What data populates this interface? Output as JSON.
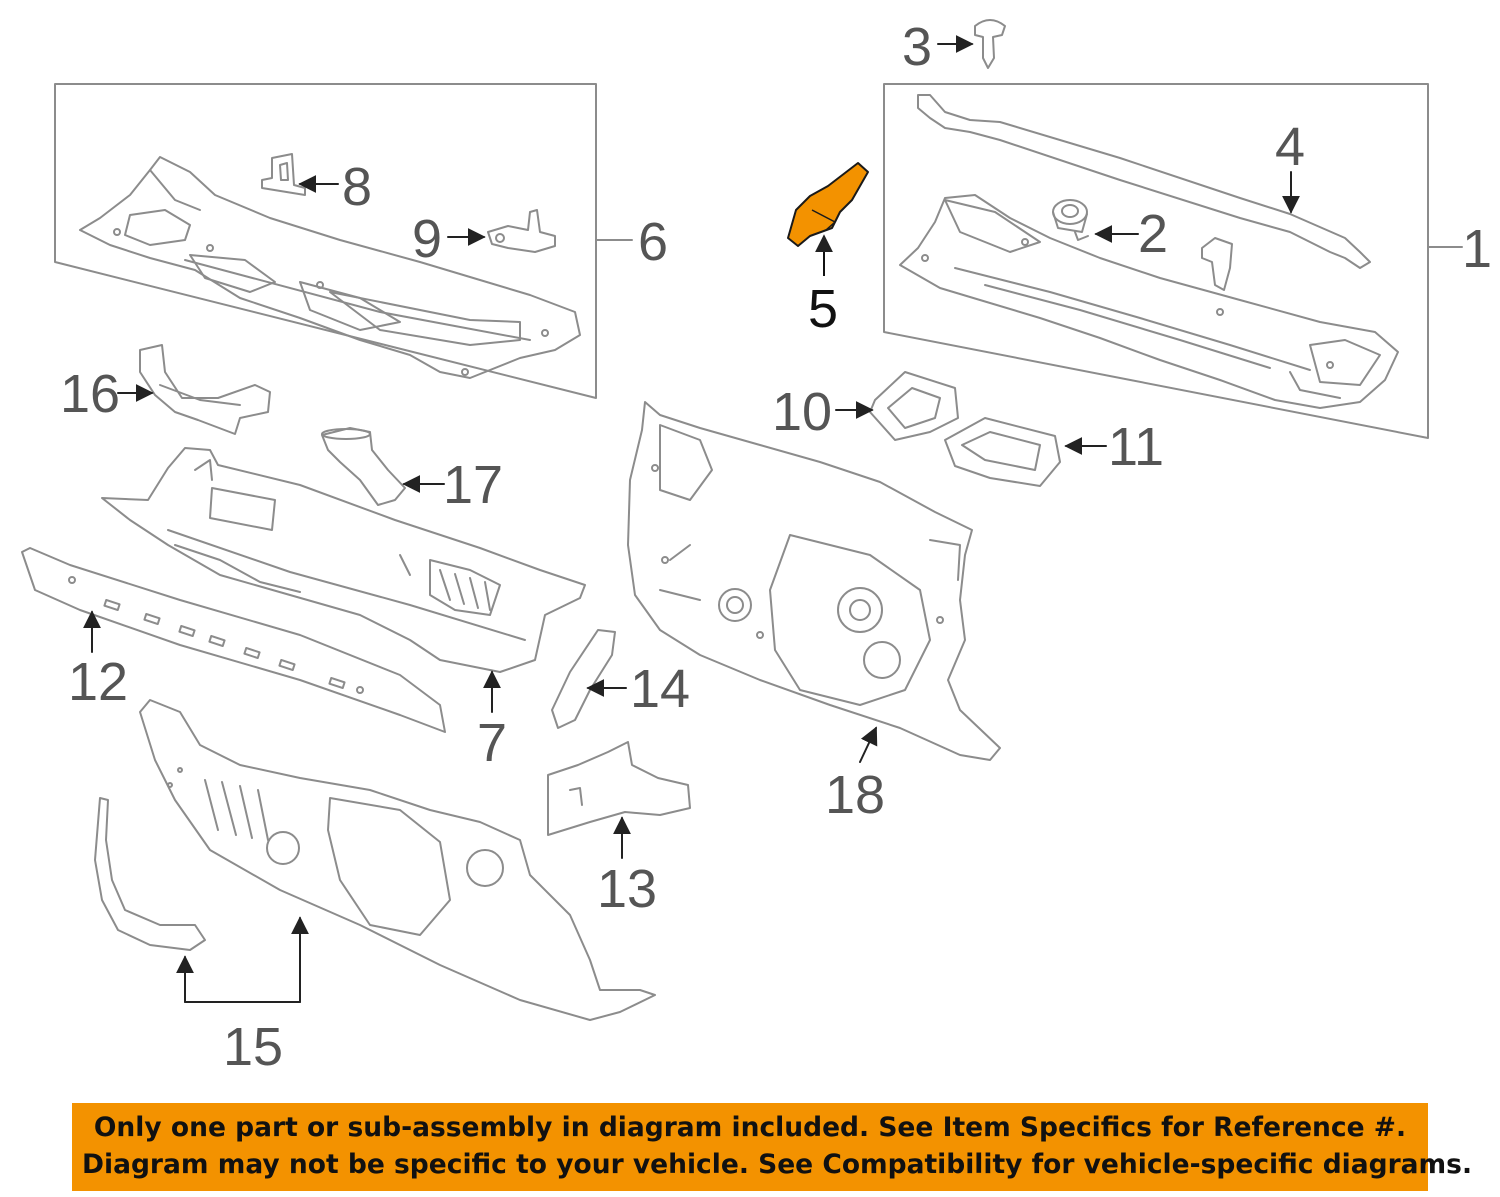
{
  "callouts": [
    {
      "id": "1",
      "label": "1"
    },
    {
      "id": "2",
      "label": "2"
    },
    {
      "id": "3",
      "label": "3"
    },
    {
      "id": "4",
      "label": "4"
    },
    {
      "id": "5",
      "label": "5"
    },
    {
      "id": "6",
      "label": "6"
    },
    {
      "id": "7",
      "label": "7"
    },
    {
      "id": "8",
      "label": "8"
    },
    {
      "id": "9",
      "label": "9"
    },
    {
      "id": "10",
      "label": "10"
    },
    {
      "id": "11",
      "label": "11"
    },
    {
      "id": "12",
      "label": "12"
    },
    {
      "id": "13",
      "label": "13"
    },
    {
      "id": "14",
      "label": "14"
    },
    {
      "id": "15",
      "label": "15"
    },
    {
      "id": "16",
      "label": "16"
    },
    {
      "id": "17",
      "label": "17"
    },
    {
      "id": "18",
      "label": "18"
    }
  ],
  "highlighted_part": "5",
  "banner": {
    "line1": "Only one part or sub-assembly in diagram included. See Item Specifics for Reference #.",
    "line2": "Diagram may not be specific to your vehicle. See Compatibility for vehicle-specific diagrams.",
    "background_color": "#f39200"
  },
  "colors": {
    "line_art": "#8c8c8c",
    "callout_text": "#555555",
    "highlight_fill": "#f39200",
    "highlight_stroke": "#1a1a1a"
  }
}
